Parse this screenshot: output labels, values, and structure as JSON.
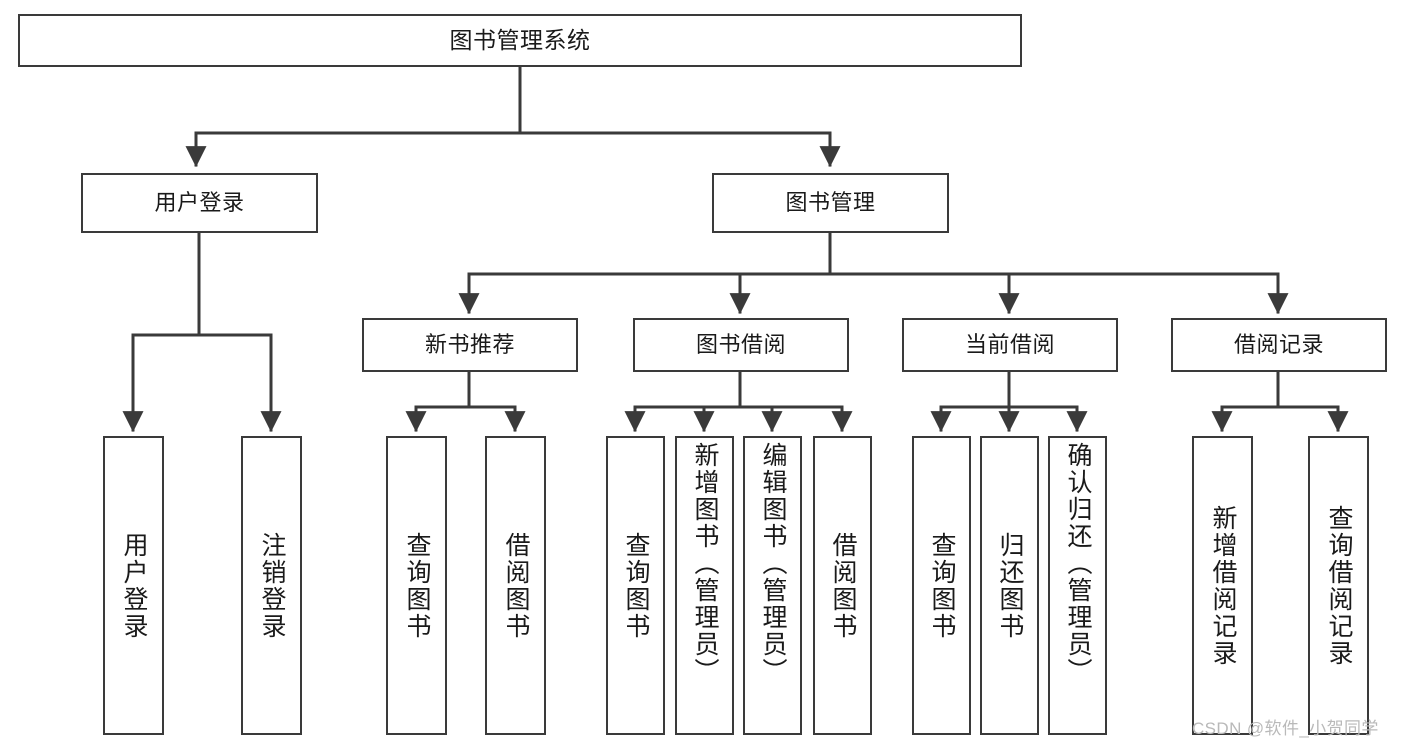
{
  "diagram": {
    "title": "图书管理系统",
    "type": "hierarchy-tree",
    "orientation": "top-down",
    "line_color": "#3a3a3a",
    "box_fill": "#ffffff",
    "text_color": "#1a1a1a",
    "levels": 4
  },
  "root": {
    "label": "图书管理系统"
  },
  "level1": [
    {
      "label": "用户登录"
    },
    {
      "label": "图书管理"
    }
  ],
  "level2": [
    {
      "label": "新书推荐"
    },
    {
      "label": "图书借阅"
    },
    {
      "label": "当前借阅"
    },
    {
      "label": "借阅记录"
    }
  ],
  "leaves": {
    "user_login": [
      {
        "label": "用户登录"
      },
      {
        "label": "注销登录"
      }
    ],
    "new_book_recommend": [
      {
        "label": "查询图书"
      },
      {
        "label": "借阅图书"
      }
    ],
    "book_borrow": [
      {
        "label": "查询图书"
      },
      {
        "label": "新增图书（管理员）"
      },
      {
        "label": "编辑图书（管理员）"
      },
      {
        "label": "借阅图书"
      }
    ],
    "current_borrow": [
      {
        "label": "查询图书"
      },
      {
        "label": "归还图书"
      },
      {
        "label": "确认归还（管理员）"
      }
    ],
    "borrow_record": [
      {
        "label": "新增借阅记录"
      },
      {
        "label": "查询借阅记录"
      }
    ]
  },
  "watermark": {
    "text": "CSDN @软件_小贺同学",
    "color": "#b9b9b9"
  }
}
